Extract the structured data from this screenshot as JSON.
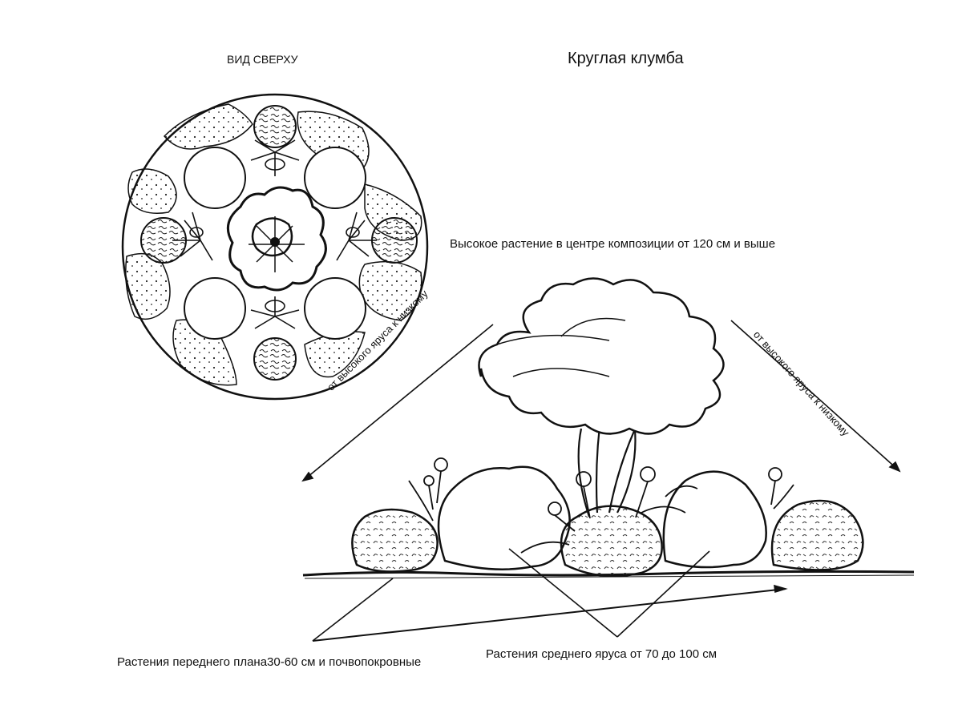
{
  "title": "Круглая клумба",
  "top_view_label": "ВИД СВЕРХУ",
  "annotations": {
    "tall_plant": "Высокое растение в центре композиции от 120 см и выше",
    "front_plants": "Растения переднего плана30-60 см и почвопокровные",
    "middle_plants": "Растения среднего яруса от 70 до 100 см",
    "arrow_left": "от высокого яруса к низкому",
    "arrow_right": "от высокого яруса к низкому"
  },
  "colors": {
    "ink": "#111111",
    "background": "#ffffff"
  }
}
